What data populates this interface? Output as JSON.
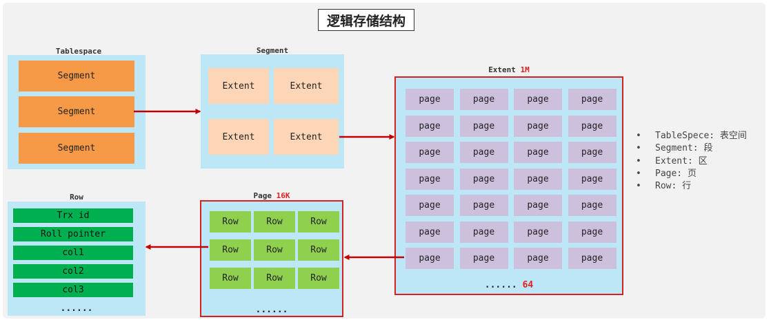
{
  "title": "逻辑存储结构",
  "tablespace": {
    "label": "Tablespace",
    "segments": [
      "Segment",
      "Segment",
      "Segment"
    ]
  },
  "segment": {
    "label": "Segment",
    "extents": [
      "Extent",
      "Extent",
      "Extent",
      "Extent"
    ]
  },
  "extent": {
    "label": "Extent",
    "size": "1M",
    "page_label": "page",
    "rows": 7,
    "cols": 4,
    "footer_dots": "......",
    "footer_count": "64"
  },
  "page": {
    "label": "Page",
    "size": "16K",
    "row_label": "Row",
    "rows": 3,
    "cols": 3,
    "footer": "......"
  },
  "row": {
    "label": "Row",
    "fields": [
      "Trx id",
      "Roll pointer",
      "col1",
      "col2",
      "col3"
    ],
    "footer": "......"
  },
  "legend": {
    "bullet": "•",
    "items": [
      "TableSpece: 表空间",
      "Segment: 段",
      "Extent: 区",
      "Page: 页",
      "Row: 行"
    ]
  },
  "colors": {
    "panel": "#bde6f6",
    "segment": "#f79a48",
    "extent": "#fcd6b6",
    "page": "#cdc0dd",
    "row": "#8fd14f",
    "row_field": "#00b050",
    "highlight": "#d62020",
    "arrow": "#c00000"
  }
}
